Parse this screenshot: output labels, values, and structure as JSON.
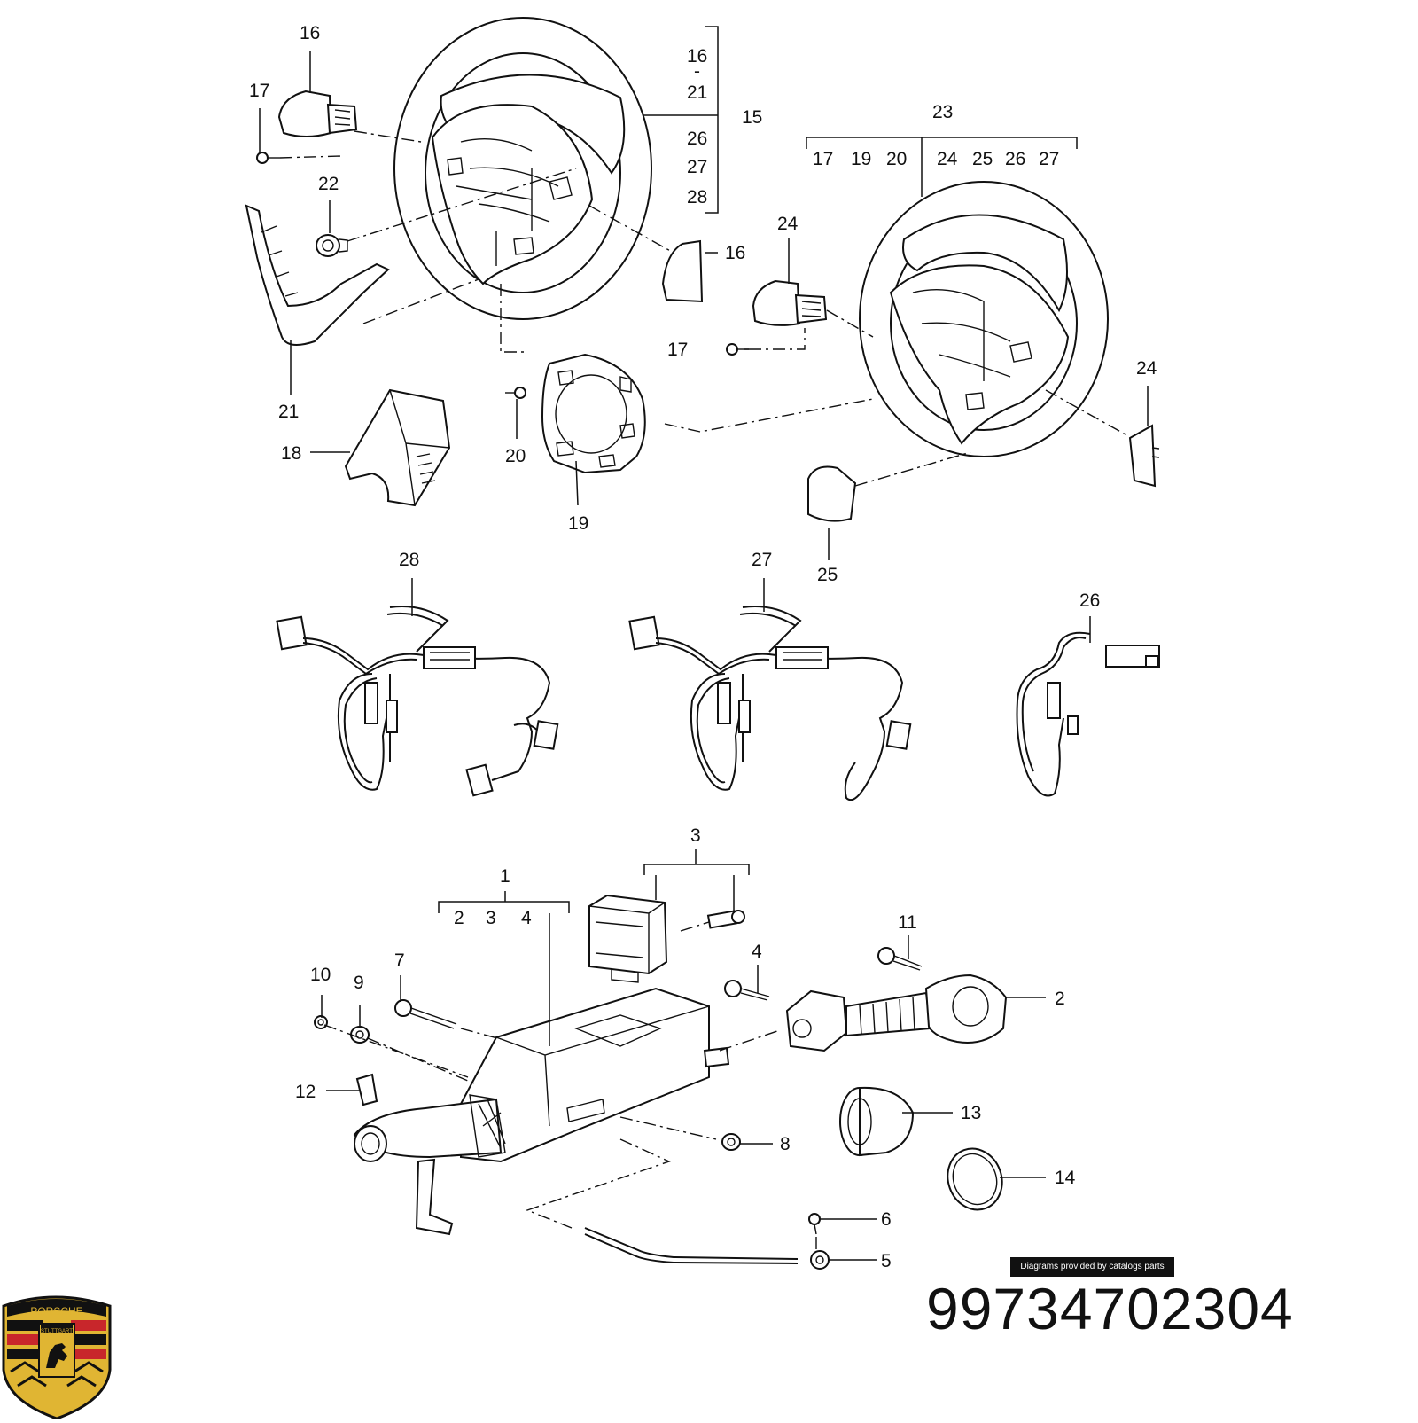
{
  "callouts": [
    {
      "id": "c16a",
      "text": "16"
    },
    {
      "id": "c17a",
      "text": "17"
    },
    {
      "id": "c22",
      "text": "22"
    },
    {
      "id": "c21",
      "text": "21"
    },
    {
      "id": "c18",
      "text": "18"
    },
    {
      "id": "c20",
      "text": "20"
    },
    {
      "id": "c19",
      "text": "19"
    },
    {
      "id": "c15",
      "text": "15"
    },
    {
      "id": "c16b",
      "text": "16"
    },
    {
      "id": "c23",
      "text": "23"
    },
    {
      "id": "c24a",
      "text": "24"
    },
    {
      "id": "c17b",
      "text": "17"
    },
    {
      "id": "c24b",
      "text": "24"
    },
    {
      "id": "c25",
      "text": "25"
    },
    {
      "id": "c28",
      "text": "28"
    },
    {
      "id": "c27",
      "text": "27"
    },
    {
      "id": "c26",
      "text": "26"
    },
    {
      "id": "c3",
      "text": "3"
    },
    {
      "id": "c1",
      "text": "1"
    },
    {
      "id": "c11",
      "text": "11"
    },
    {
      "id": "c4b",
      "text": "4"
    },
    {
      "id": "c2b",
      "text": "2"
    },
    {
      "id": "c10",
      "text": "10"
    },
    {
      "id": "c9",
      "text": "9"
    },
    {
      "id": "c7",
      "text": "7"
    },
    {
      "id": "c12",
      "text": "12"
    },
    {
      "id": "c8",
      "text": "8"
    },
    {
      "id": "c13",
      "text": "13"
    },
    {
      "id": "c14",
      "text": "14"
    },
    {
      "id": "c6",
      "text": "6"
    },
    {
      "id": "c5",
      "text": "5"
    }
  ],
  "group15": [
    "16",
    "-",
    "21",
    "26",
    "27",
    "28"
  ],
  "group23": [
    "17",
    "19",
    "20",
    "24",
    "25",
    "26",
    "27"
  ],
  "group1": [
    "2",
    "3",
    "4"
  ],
  "credit": "Diagrams provided by catalogs parts",
  "part_number": "99734702304",
  "logo": {
    "top_text": "PORSCHE",
    "center_text": "STUTTGART",
    "colors": {
      "gold": "#e0b533",
      "red": "#c8262b",
      "black": "#111111"
    }
  }
}
